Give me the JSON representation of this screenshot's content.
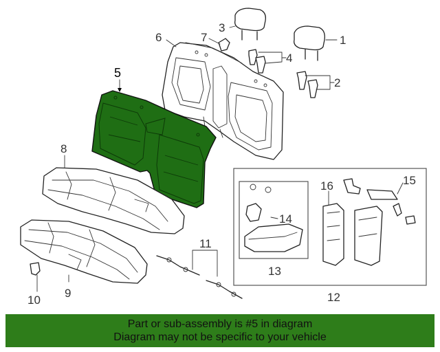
{
  "callouts": {
    "c1": "1",
    "c2": "2",
    "c3": "3",
    "c4": "4",
    "c5": "5",
    "c6": "6",
    "c7": "7",
    "c8": "8",
    "c9": "9",
    "c10": "10",
    "c11": "11",
    "c12": "12",
    "c13": "13",
    "c14": "14",
    "c15": "15",
    "c16": "16"
  },
  "banner": {
    "line1": "Part or sub-assembly is #5 in diagram",
    "line2": "Diagram may not be specific to your vehicle"
  },
  "colors": {
    "highlight": "#1f6e14",
    "banner": "#2e7d1a",
    "linework": "#222222"
  }
}
